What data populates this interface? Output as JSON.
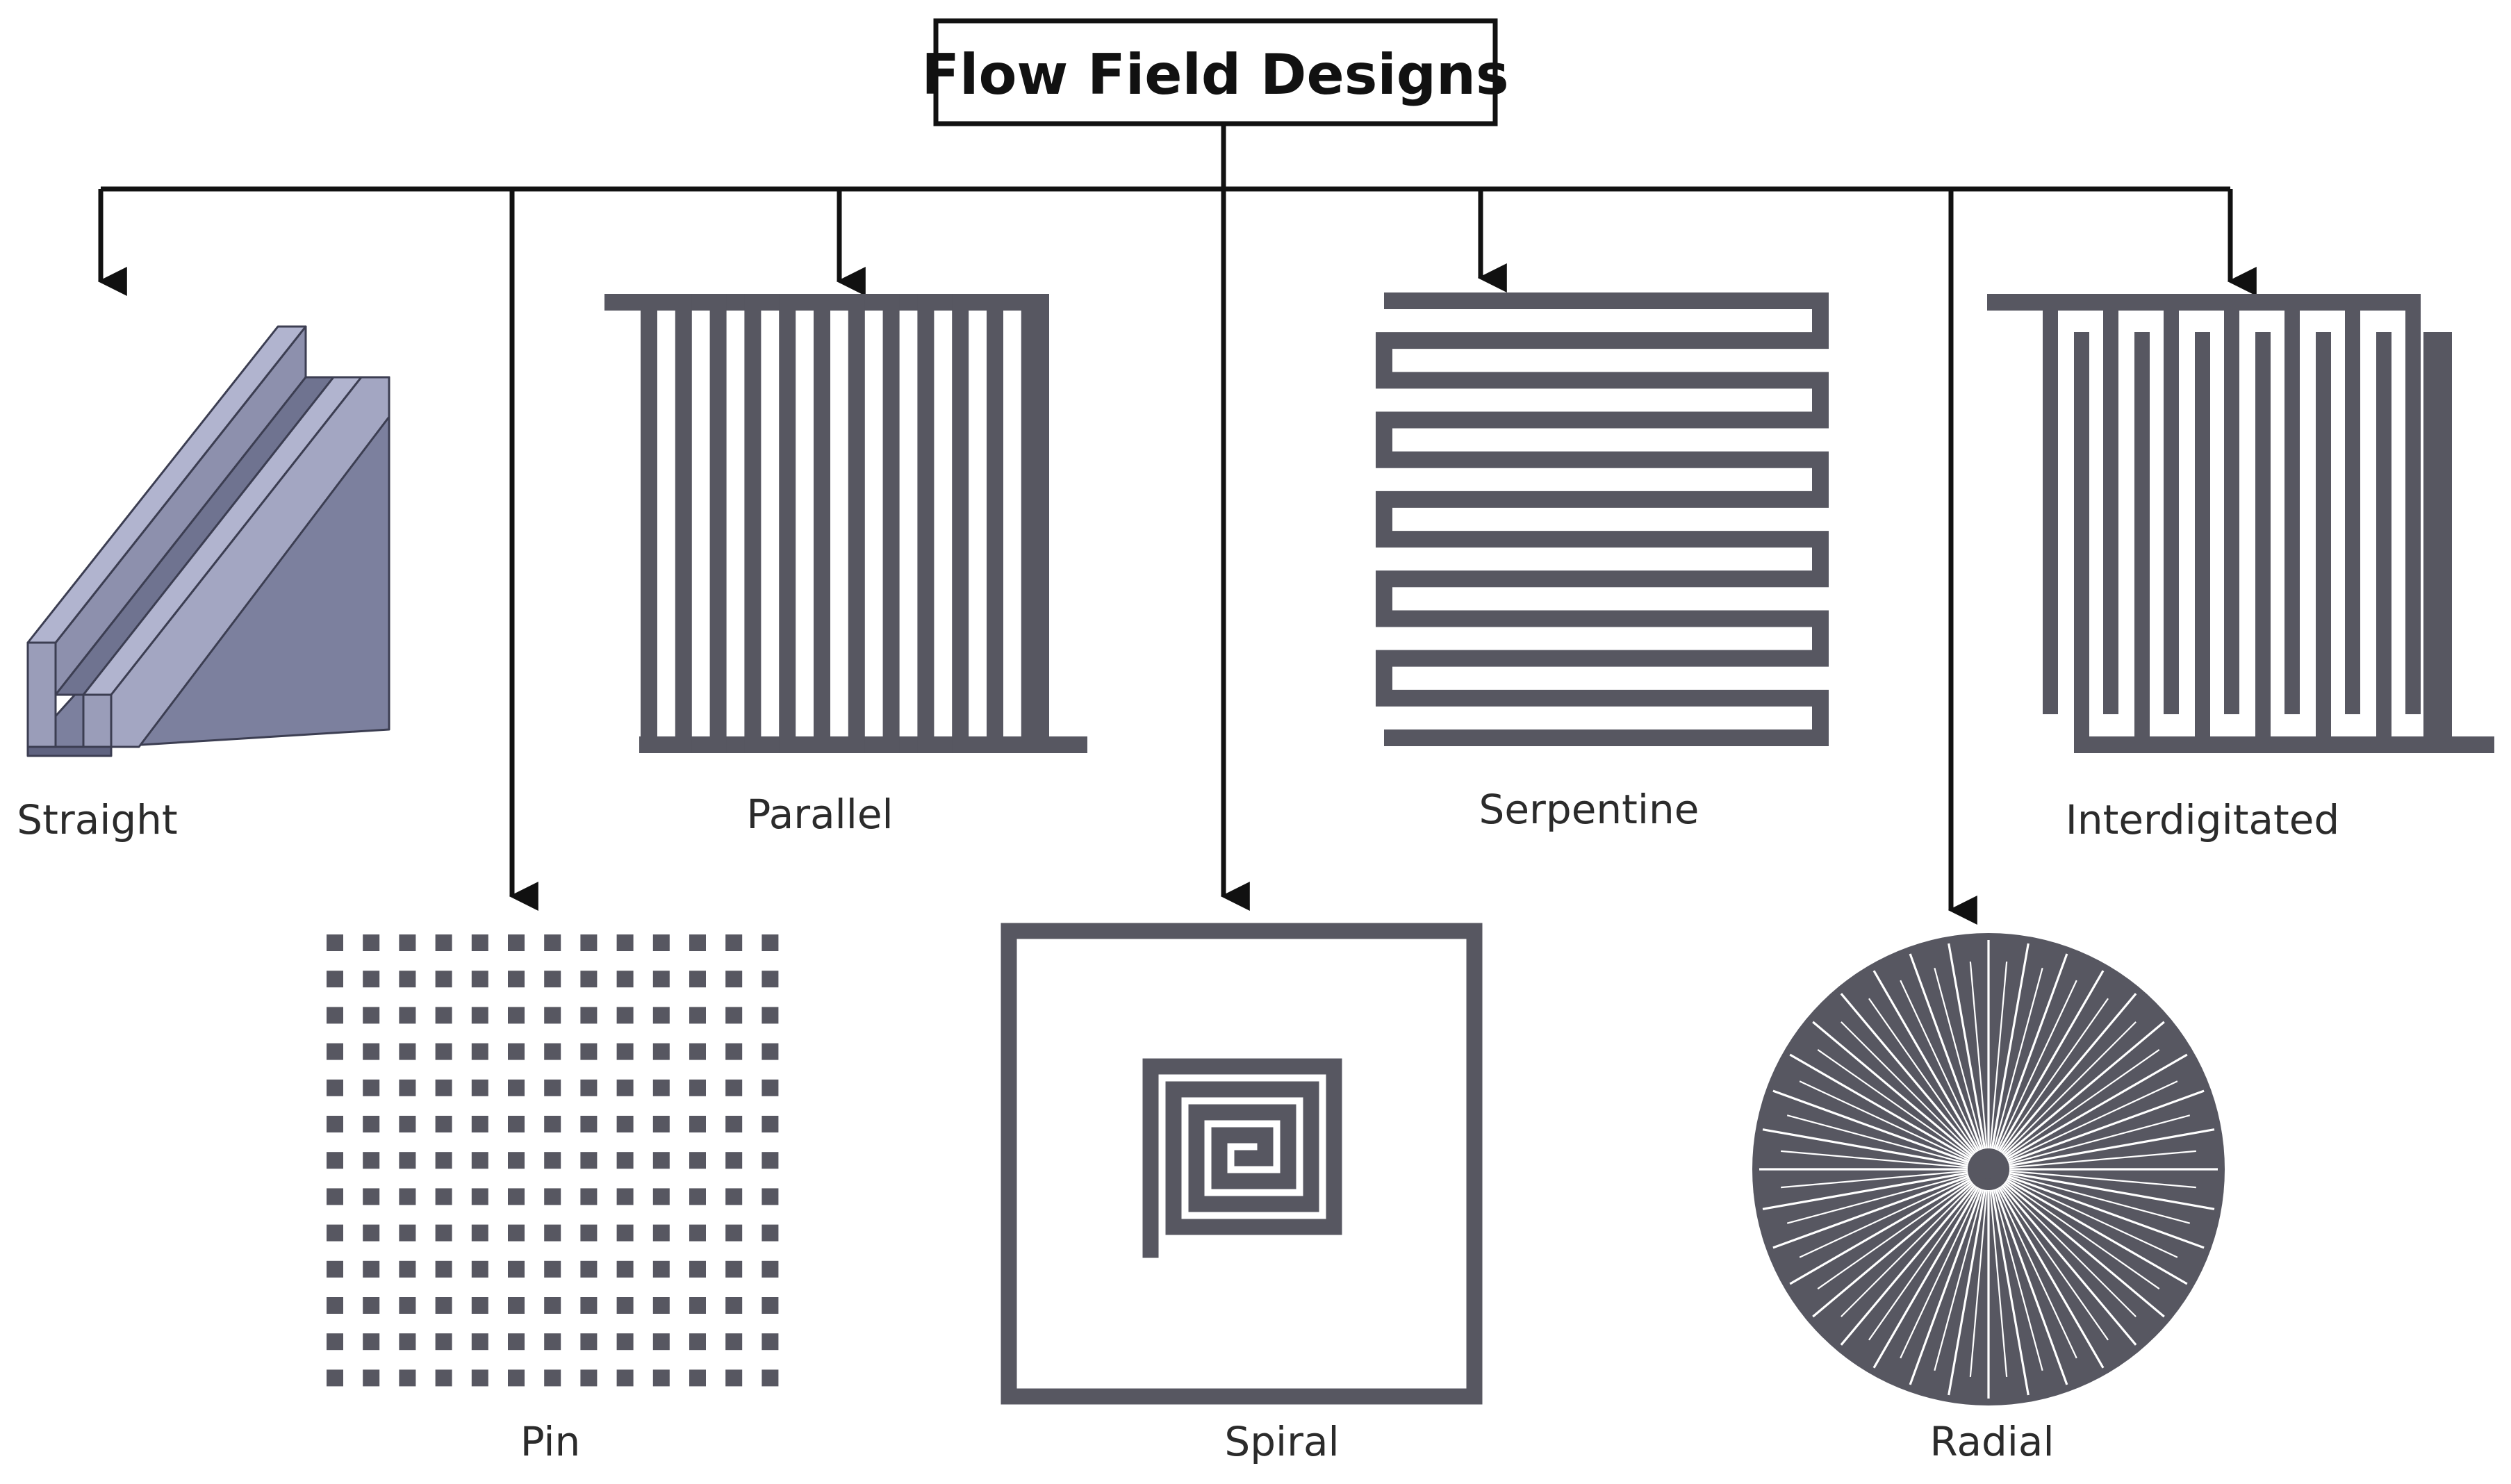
{
  "title": "Flow Field Designs",
  "designs": [
    {
      "key": "straight",
      "label": "Straight"
    },
    {
      "key": "parallel",
      "label": "Parallel"
    },
    {
      "key": "serpentine",
      "label": "Serpentine"
    },
    {
      "key": "interdigitated",
      "label": "Interdigitated"
    },
    {
      "key": "pin",
      "label": "Pin"
    },
    {
      "key": "spiral",
      "label": "Spiral"
    },
    {
      "key": "radial",
      "label": "Radial"
    }
  ],
  "colors": {
    "channel": "#575761",
    "connector": "#111111",
    "straight_top": "#a3a6c2",
    "straight_side": "#7c809e",
    "straight_front": "#9a9db9"
  },
  "icons": {
    "arrow": "arrow-down-icon"
  }
}
